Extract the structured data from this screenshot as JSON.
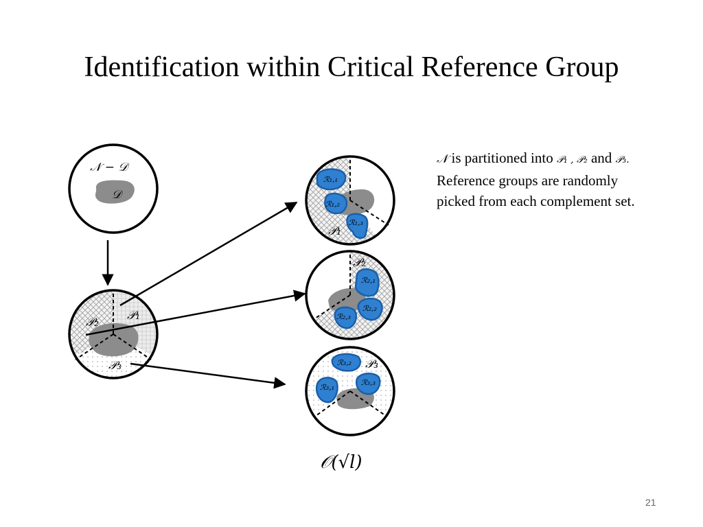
{
  "slide": {
    "title": "Identification within Critical Reference Group",
    "page_number": "21"
  },
  "description": {
    "line1_math_n": "𝒩",
    "line1_text_a": "is partitioned into",
    "line1_math_p1p2": "𝒫₁ , 𝒫₂",
    "line1_text_b": "and",
    "line1_math_p3": "𝒫₃.",
    "line2": "Reference groups are randomly",
    "line3": "picked from each complement set."
  },
  "diagram": {
    "top_circle_label": "𝒩 − 𝒟",
    "dataset_label": "𝒟",
    "partition_labels": {
      "p1": "𝒫₁",
      "p2": "𝒫₂",
      "p3": "𝒫₃"
    },
    "groups": {
      "r11": "ℛ₁,₁",
      "r12": "ℛ₁,₂",
      "r13": "ℛ₁,₃",
      "r21": "ℛ₂,₁",
      "r22": "ℛ₂,₂",
      "r23": "ℛ₂,₃",
      "r31": "ℛ₃,₁",
      "r32": "ℛ₃,₂",
      "r33": "ℛ₃,₃"
    },
    "complexity_label": "𝒪(√l)",
    "colors": {
      "group_fill": "#2f80d1",
      "group_stroke": "#1a5fa8",
      "dataset_fill": "#8c8c8c",
      "circle_stroke": "#000000"
    }
  }
}
